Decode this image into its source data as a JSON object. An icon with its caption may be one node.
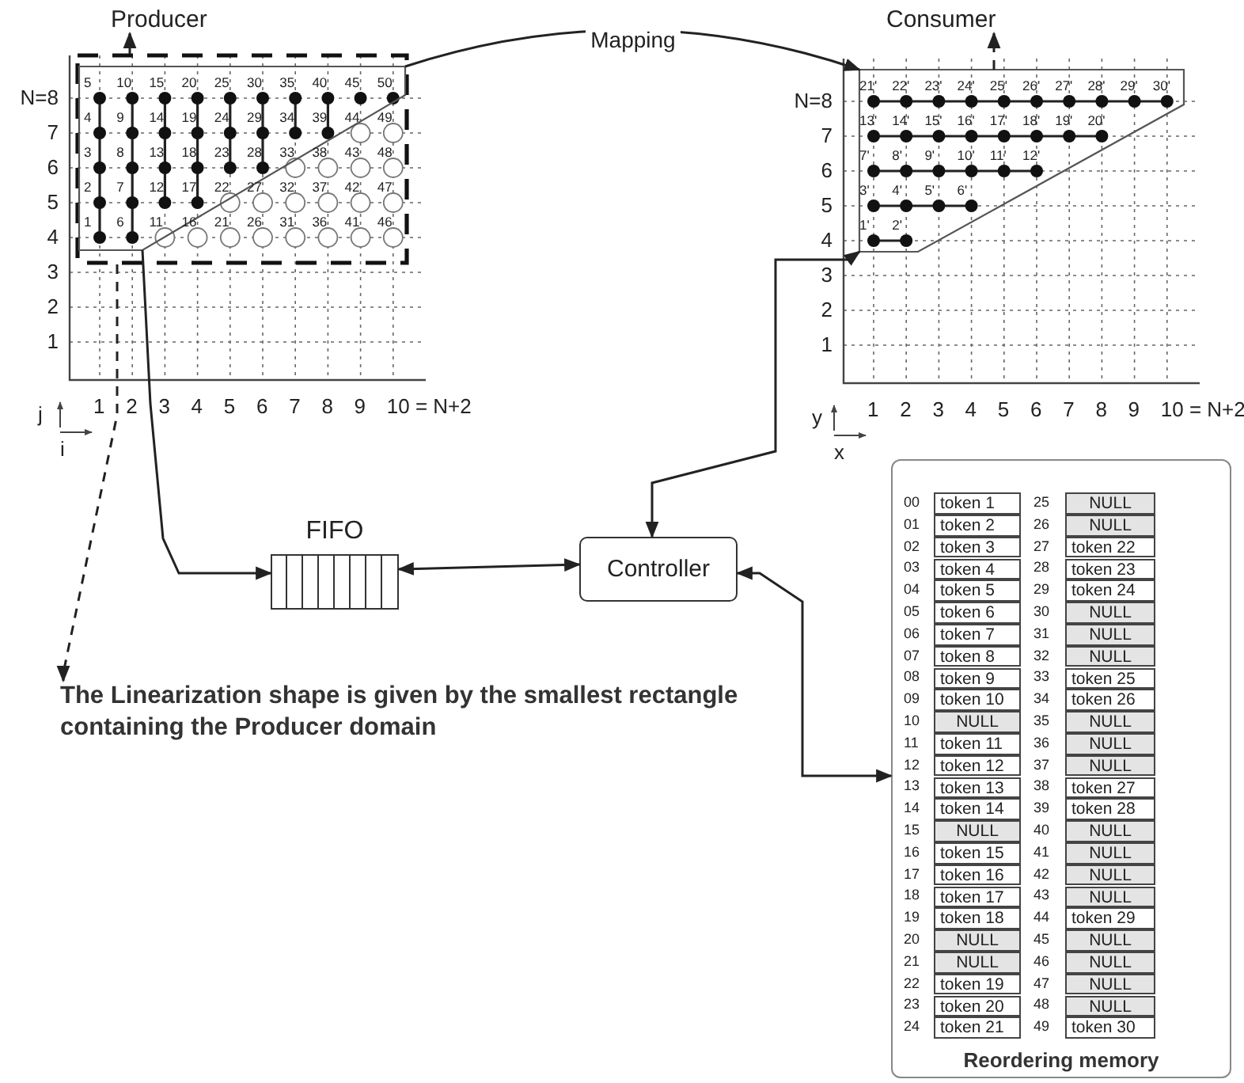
{
  "diagram": {
    "nodes": [
      {
        "text": [
          "Producer"
        ]
      },
      {
        "text": [],
        "shape": "box"
      },
      {
        "text": [],
        "shape": "box",
        "in": 1
      },
      {
        "text": [
          "Consumer"
        ]
      },
      {
        "text": [],
        "shape": "box"
      },
      {
        "text": [
          "FIFO"
        ]
      },
      {
        "text": [
          "Controller"
        ]
      },
      {
        "text": [
          "Reordering memory"
        ]
      },
      {
        "text": [
          "The Linearization shape is given by the smallest rectangle containing the Producer domain"
        ]
      }
    ],
    "edges": [
      {
        "from": 1,
        "to": 0,
        "arrow": "to",
        "style": "dashed"
      },
      {
        "from": 4,
        "to": 3,
        "arrow": "to",
        "style": "dashed"
      },
      {
        "from": 2,
        "to": 4,
        "arrow": "to",
        "label": "Mapping"
      },
      {
        "from": 2,
        "to": 5,
        "arrow": "to"
      },
      {
        "from": 1,
        "to": 8,
        "arrow": "to",
        "style": "dashed"
      },
      {
        "from": 5,
        "to": 6,
        "arrow": "both"
      },
      {
        "from": 6,
        "to": 4,
        "arrow": "both"
      },
      {
        "from": 7,
        "to": 6,
        "arrow": "both"
      }
    ],
    "labels": [
      "N=8",
      "7",
      "6",
      "5",
      "4",
      "3",
      "2",
      "1",
      "5",
      "10",
      "15",
      "20",
      "25",
      "30",
      "35",
      "40",
      "45",
      "50",
      "4",
      "9",
      "14",
      "19",
      "24",
      "29",
      "34",
      "39",
      "44",
      "49",
      "3",
      "8",
      "13",
      "18",
      "23",
      "28",
      "33",
      "38",
      "43",
      "48",
      "2",
      "7",
      "12",
      "17",
      "22",
      "27",
      "32",
      "37",
      "42",
      "47",
      "1",
      "6",
      "11",
      "16",
      "21",
      "26",
      "31",
      "36",
      "41",
      "46",
      "1",
      "2",
      "3",
      "4",
      "5",
      "6",
      "7",
      "8",
      "9",
      "10 = N+2",
      "j",
      "i",
      "N=8",
      "7",
      "6",
      "5",
      "4",
      "3",
      "2",
      "1",
      "21'",
      "22'",
      "23'",
      "24'",
      "25'",
      "26'",
      "27'",
      "28'",
      "29'",
      "30'",
      "13'",
      "14'",
      "15'",
      "16'",
      "17'",
      "18'",
      "19'",
      "20'",
      "7'",
      "8'",
      "9'",
      "10'",
      "11'",
      "12'",
      "3'",
      "4'",
      "5'",
      "6'",
      "1'",
      "2'",
      "1",
      "2",
      "3",
      "4",
      "5",
      "6",
      "7",
      "8",
      "9",
      "10 = N+2",
      "y",
      "x",
      "00",
      "token 1",
      "25",
      "NULL",
      "01",
      "token 2",
      "26",
      "NULL",
      "02",
      "token 3",
      "27",
      "token 22",
      "03",
      "token 4",
      "28",
      "token 23",
      "04",
      "token 5",
      "29",
      "token 24",
      "05",
      "token 6",
      "30",
      "NULL",
      "06",
      "token 7",
      "31",
      "NULL",
      "07",
      "token 8",
      "32",
      "NULL",
      "08",
      "token 9",
      "33",
      "token 25",
      "09",
      "token 10",
      "34",
      "token 26",
      "10",
      "NULL",
      "35",
      "NULL",
      "11",
      "token 11",
      "36",
      "NULL",
      "12",
      "token 12",
      "37",
      "NULL",
      "13",
      "token 13",
      "38",
      "token 27",
      "14",
      "token 14",
      "39",
      "token 28",
      "15",
      "NULL",
      "40",
      "NULL",
      "16",
      "token 15",
      "41",
      "NULL",
      "17",
      "token 16",
      "42",
      "NULL",
      "18",
      "token 17",
      "43",
      "NULL",
      "19",
      "token 18",
      "44",
      "token 29",
      "20",
      "NULL",
      "45",
      "NULL",
      "21",
      "NULL",
      "46",
      "NULL",
      "22",
      "token 19",
      "47",
      "NULL",
      "23",
      "token 20",
      "48",
      "NULL",
      "24",
      "token 21",
      "49",
      "token 30"
    ]
  }
}
